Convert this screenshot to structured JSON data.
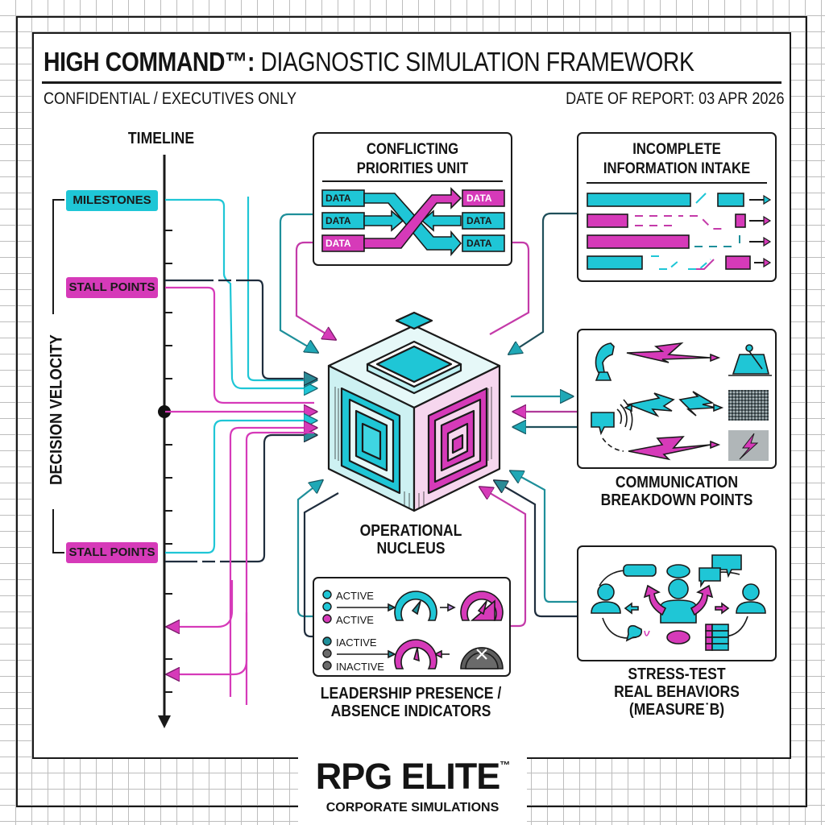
{
  "header": {
    "title_bold": "HIGH COMMAND™:",
    "title_rest": " DIAGNOSTIC SIMULATION FRAMEWORK",
    "classification": "CONFIDENTIAL / EXECUTIVES ONLY",
    "date_label": "DATE OF REPORT: 03 APR 2026"
  },
  "colors": {
    "cyan": "#1fc6d6",
    "teal": "#1e8f9a",
    "magenta": "#d63ab9",
    "ink": "#1a1a1a",
    "navy": "#1f2d3d"
  },
  "timeline": {
    "title": "TIMELINE",
    "axis_label": "DECISION VELOCITY",
    "tags": [
      {
        "label": "MILESTONES",
        "color": "cyan"
      },
      {
        "label": "STALL POINTS",
        "color": "magenta"
      },
      {
        "label": "STALL POINTS",
        "color": "magenta"
      }
    ]
  },
  "conflicting": {
    "title_line1": "CONFLICTING",
    "title_line2": "PRIORITIES UNIT",
    "inputs": [
      "DATA",
      "DATA",
      "DATA"
    ],
    "outputs": [
      "DATA",
      "DATA",
      "DATA"
    ],
    "icon": "crossing-arrows-icon"
  },
  "incomplete": {
    "title_line1": "INCOMPLETE",
    "title_line2": "INFORMATION INTAKE",
    "icon": "broken-data-streams-icon"
  },
  "nucleus": {
    "label_line1": "OPERATIONAL",
    "label_line2": "NUCLEUS",
    "icon": "isometric-cube-core-icon"
  },
  "communication": {
    "label_line1": "COMMUNICATION",
    "label_line2": "BREAKDOWN POINTS",
    "icons": [
      "phone-icon",
      "lightning-arrow-icon",
      "desk-bell-icon",
      "chat-signal-icon",
      "broken-signal-icon",
      "static-screen-icon",
      "static-lightning-icon"
    ]
  },
  "stress": {
    "label_line1": "STRESS-TEST",
    "label_line2": "REAL BEHAVIORS",
    "label_line3": "(MEASURE˙B)",
    "icons": [
      "team-person-icon",
      "speech-bubble-icon",
      "table-grid-icon"
    ]
  },
  "leadership": {
    "label_line1": "LEADERSHIP PRESENCE /",
    "label_line2": "ABSENCE INDICATORS",
    "indicators": [
      {
        "label": "ACTIVE",
        "color": "teal"
      },
      {
        "label": "",
        "color": "teal"
      },
      {
        "label": "ACTIVE",
        "color": "magenta"
      },
      {
        "label": "IACTIVE",
        "color": "teal"
      },
      {
        "label": "",
        "color": "gray"
      },
      {
        "label": "INACTIVE",
        "color": "gray"
      }
    ],
    "gauges": [
      "gauge-cyan-icon",
      "gauge-magenta-filled-icon",
      "gauge-magenta-icon",
      "gauge-offline-icon"
    ]
  },
  "footer": {
    "brand": "RPG ELITE",
    "tm": "™",
    "tagline": "CORPORATE SIMULATIONS"
  }
}
